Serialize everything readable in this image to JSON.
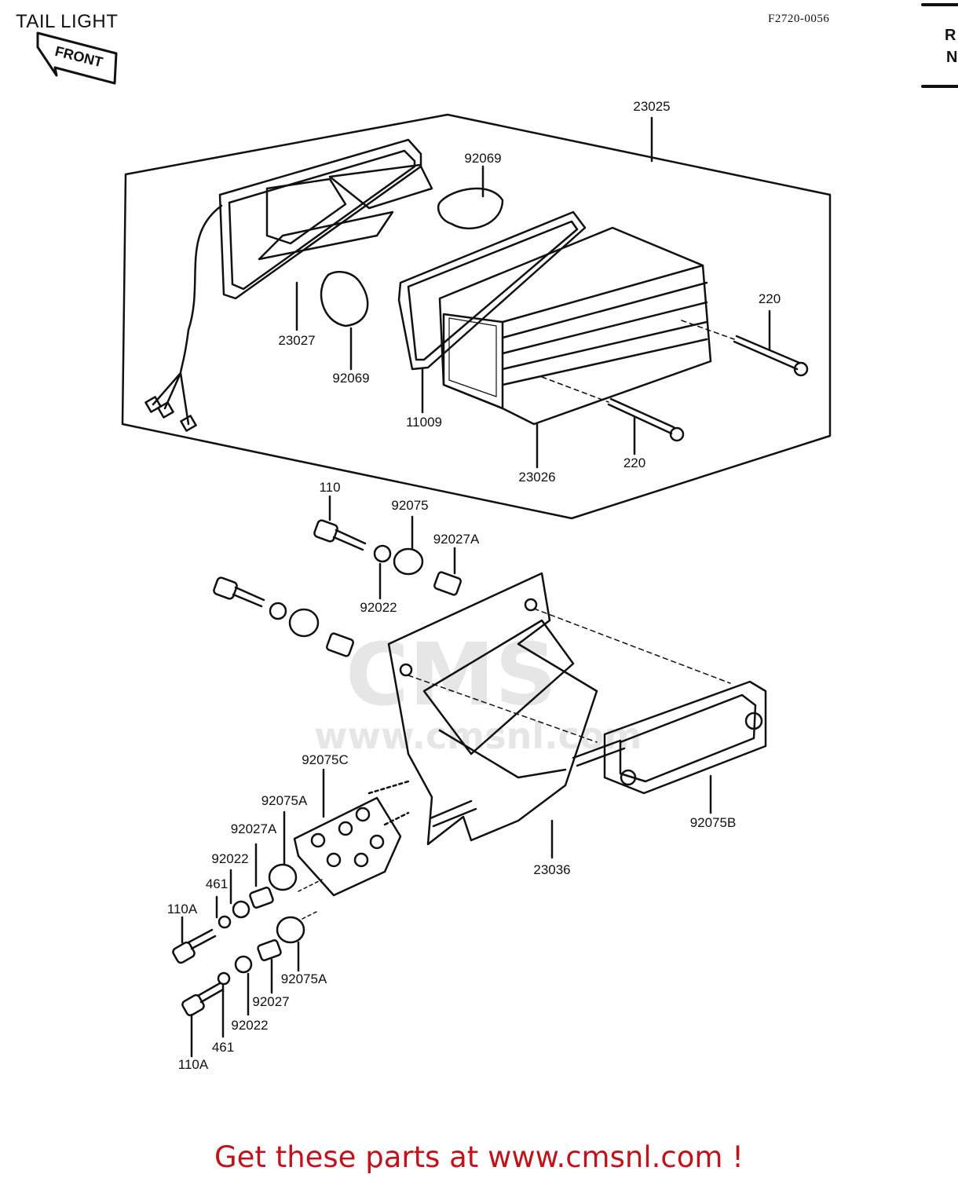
{
  "header": {
    "title": "TAIL LIGHT",
    "code": "F2720-0056",
    "corner_top": "R",
    "corner_bottom": "N"
  },
  "front_arrow": "FRONT",
  "watermark": {
    "logo": "CMS",
    "url": "www.cmsnl.com"
  },
  "callouts": [
    {
      "id": "c23025",
      "text": "23025"
    },
    {
      "id": "c92069a",
      "text": "92069"
    },
    {
      "id": "c23027",
      "text": "23027"
    },
    {
      "id": "c92069b",
      "text": "92069"
    },
    {
      "id": "c11009",
      "text": "11009"
    },
    {
      "id": "c23026",
      "text": "23026"
    },
    {
      "id": "c220a",
      "text": "220"
    },
    {
      "id": "c220b",
      "text": "220"
    },
    {
      "id": "c110",
      "text": "110"
    },
    {
      "id": "c92075",
      "text": "92075"
    },
    {
      "id": "c92027Aa",
      "text": "92027A"
    },
    {
      "id": "c92022a",
      "text": "92022"
    },
    {
      "id": "c92075C",
      "text": "92075C"
    },
    {
      "id": "c92075Aa",
      "text": "92075A"
    },
    {
      "id": "c92027Ab",
      "text": "92027A"
    },
    {
      "id": "c92022b",
      "text": "92022"
    },
    {
      "id": "c461a",
      "text": "461"
    },
    {
      "id": "c110Aa",
      "text": "110A"
    },
    {
      "id": "c92075B",
      "text": "92075B"
    },
    {
      "id": "c23036",
      "text": "23036"
    },
    {
      "id": "c92075Ab",
      "text": "92075A"
    },
    {
      "id": "c92027",
      "text": "92027"
    },
    {
      "id": "c92022c",
      "text": "92022"
    },
    {
      "id": "c461b",
      "text": "461"
    },
    {
      "id": "c110Ab",
      "text": "110A"
    }
  ],
  "footer": "Get these parts at www.cmsnl.com !"
}
